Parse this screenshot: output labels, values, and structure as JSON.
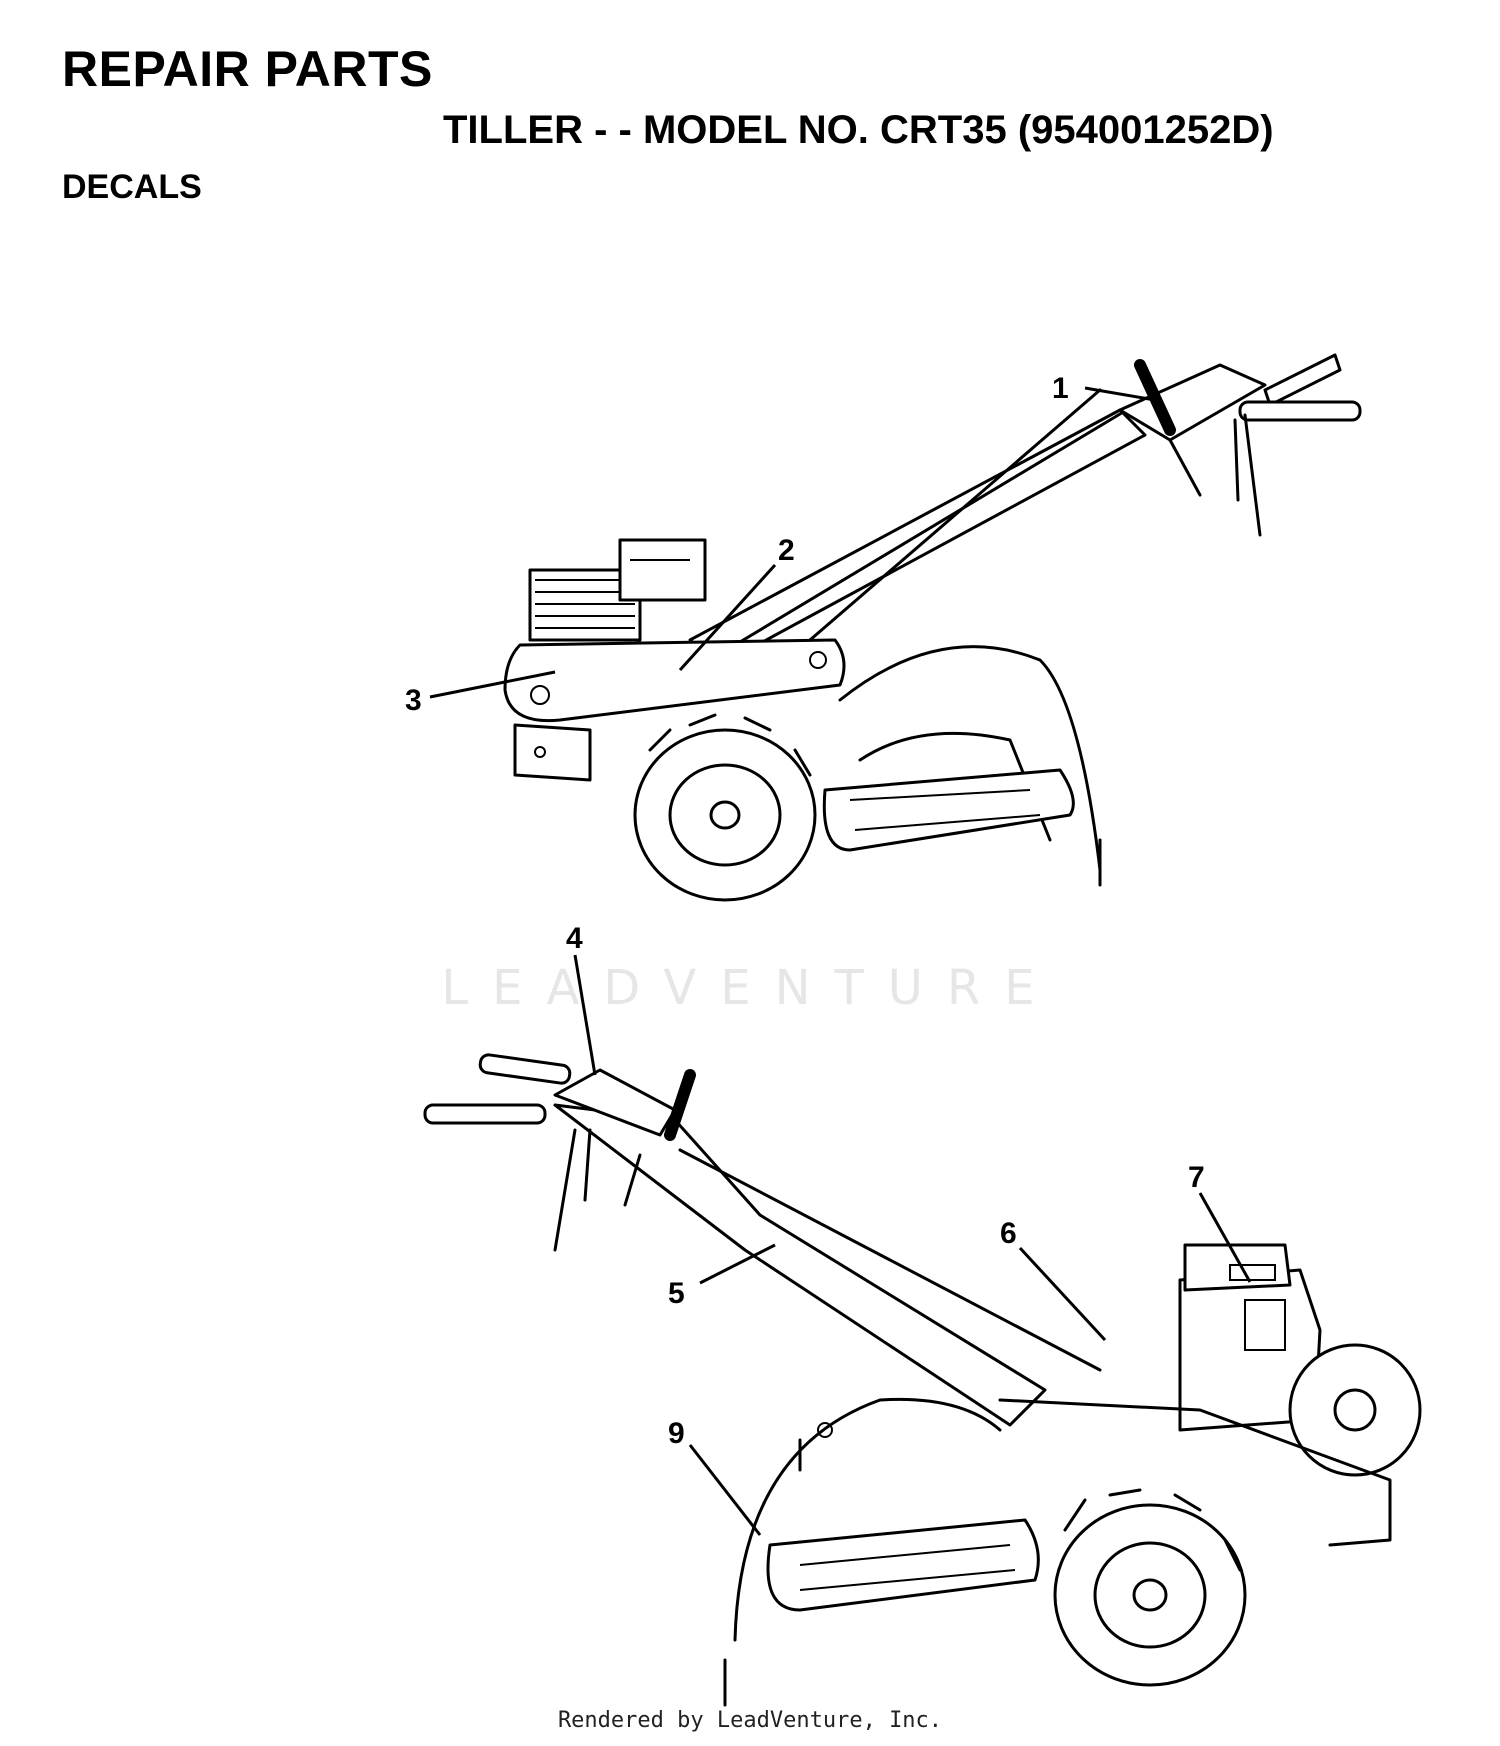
{
  "header": {
    "title": "REPAIR PARTS",
    "subtitle": "TILLER - - MODEL NO. CRT35 (954001252D)",
    "section": "DECALS"
  },
  "callouts": [
    "1",
    "2",
    "3",
    "4",
    "5",
    "6",
    "7",
    "9"
  ],
  "watermark": "LEADVENTURE",
  "footer": "Rendered by LeadVenture, Inc."
}
